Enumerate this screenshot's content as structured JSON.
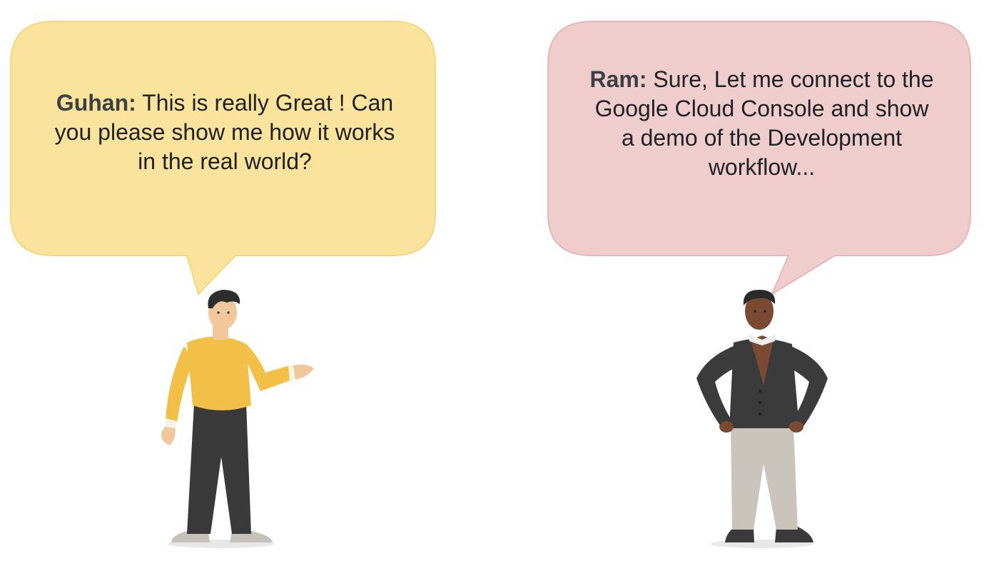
{
  "left_bubble": {
    "speaker": "Guhan:",
    "line1": "This is really Great ! Can",
    "line2": "you please show me how it works",
    "line3": "in the real world?"
  },
  "right_bubble": {
    "speaker": "Ram:",
    "line1": "Sure, Let me connect to the",
    "line2": "Google Cloud Console and show",
    "line3": "a demo of the Development",
    "line4": "workflow..."
  },
  "colors": {
    "left_bubble_fill": "#fae49d",
    "left_bubble_stroke": "#f6d67c",
    "right_bubble_fill": "#efcdcd",
    "right_bubble_stroke": "#e6b7b7",
    "guhan_shirt": "#f2c047",
    "guhan_pants": "#3a3a3a",
    "guhan_skin": "#f0c89c",
    "ram_jacket": "#3b3b3b",
    "ram_pants": "#cbc4bc",
    "ram_skin": "#7a4a33"
  }
}
